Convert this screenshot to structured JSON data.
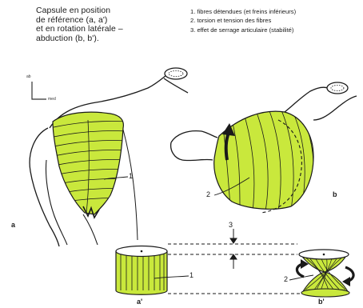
{
  "caption": {
    "lines": [
      "Capsule en position",
      "de référence (a, a')",
      "et en rotation latérale –",
      "abduction (b, b')."
    ]
  },
  "legend": {
    "items": [
      "1. fibres détendues (et freins inférieurs)",
      "2. torsion et tension des fibres",
      "3. effet de serrage articulaire (stabilité)"
    ]
  },
  "axes": {
    "vertical": "ab",
    "horizontal": "med"
  },
  "figure_labels": {
    "a": "a",
    "a_prime": "a'",
    "b": "b",
    "b_prime": "b'"
  },
  "numbers": {
    "one": "1",
    "two": "2",
    "three": "3"
  },
  "colors": {
    "capsule_fill": "#c9e83c",
    "outline": "#1a1a1a"
  }
}
